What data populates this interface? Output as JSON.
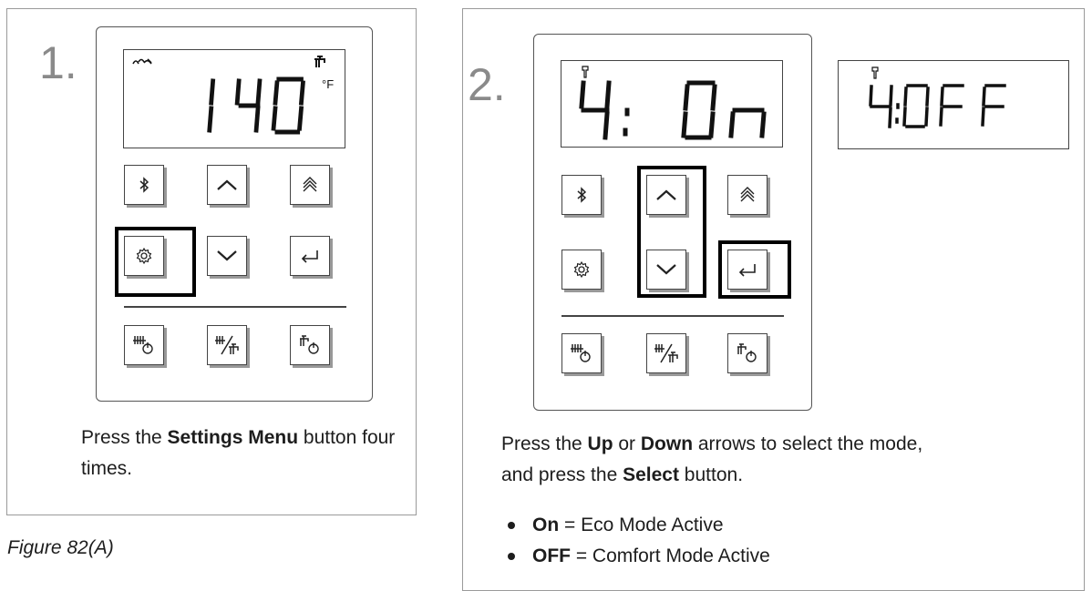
{
  "step1": {
    "number": "1.",
    "display": {
      "digits": "140",
      "unit": "°F"
    },
    "caption": {
      "before": "Press the ",
      "bold": "Settings Menu",
      "after": " button four times."
    }
  },
  "step2": {
    "number": "2.",
    "display_on": {
      "digit": "4",
      "colon": ":",
      "value": "On"
    },
    "display_off": {
      "text": "4:OFF"
    },
    "caption": {
      "p1": "Press the ",
      "b1": "Up",
      "p2": " or ",
      "b2": "Down",
      "p3": " arrows to select the mode,",
      "p4": "and press the ",
      "b3": "Select",
      "p5": " button."
    },
    "bullets": [
      {
        "bold": "On",
        "text": " = Eco Mode Active"
      },
      {
        "bold": "OFF",
        "text": " = Comfort Mode Active"
      }
    ]
  },
  "figure_caption": "Figure 82(A)",
  "highlighted": [
    "settings-button",
    "up-button",
    "down-button",
    "select-button"
  ]
}
